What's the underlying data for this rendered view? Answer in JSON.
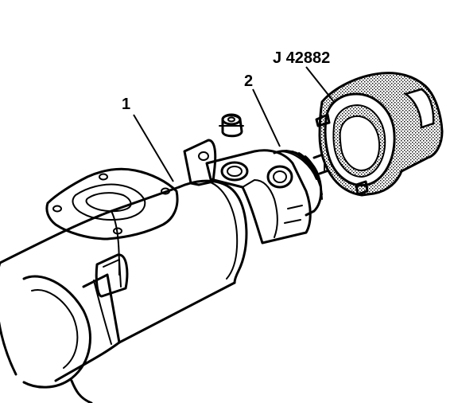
{
  "labels": {
    "housing": "1",
    "adjuster": "2",
    "tool": "J 42882"
  }
}
